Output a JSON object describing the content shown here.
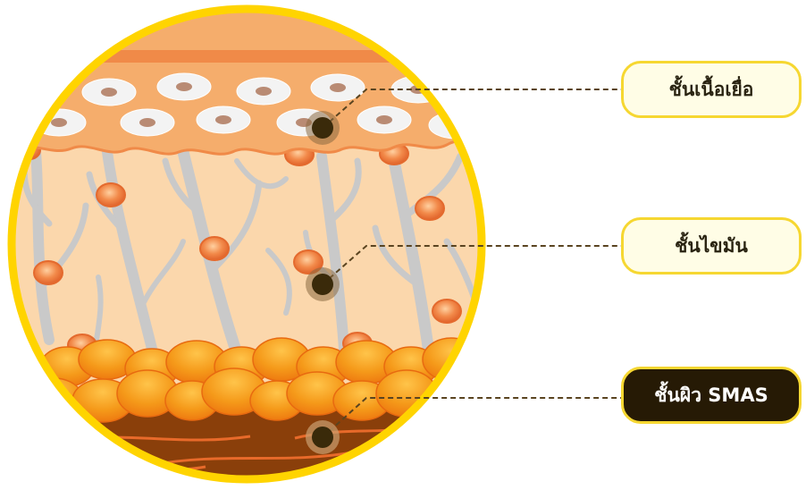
{
  "labels": {
    "tissue": "ชั้นเนื้อเยื่อ",
    "fat": "ชั้นไขมัน",
    "smas": "ชั้นผิว SMAS"
  },
  "colors": {
    "ring": "#ffd400",
    "label_border": "#f6d731",
    "label_bg": "#fffde6",
    "label_dark_bg": "#261a05",
    "connector": "#5a4420",
    "top_layer": "#f5ad6c",
    "fat_layer": "#fbd7ac",
    "vessels": "#c8c8c8",
    "fat_cells": "#ee7a3a",
    "smas_layer": "#8a3f0a"
  }
}
